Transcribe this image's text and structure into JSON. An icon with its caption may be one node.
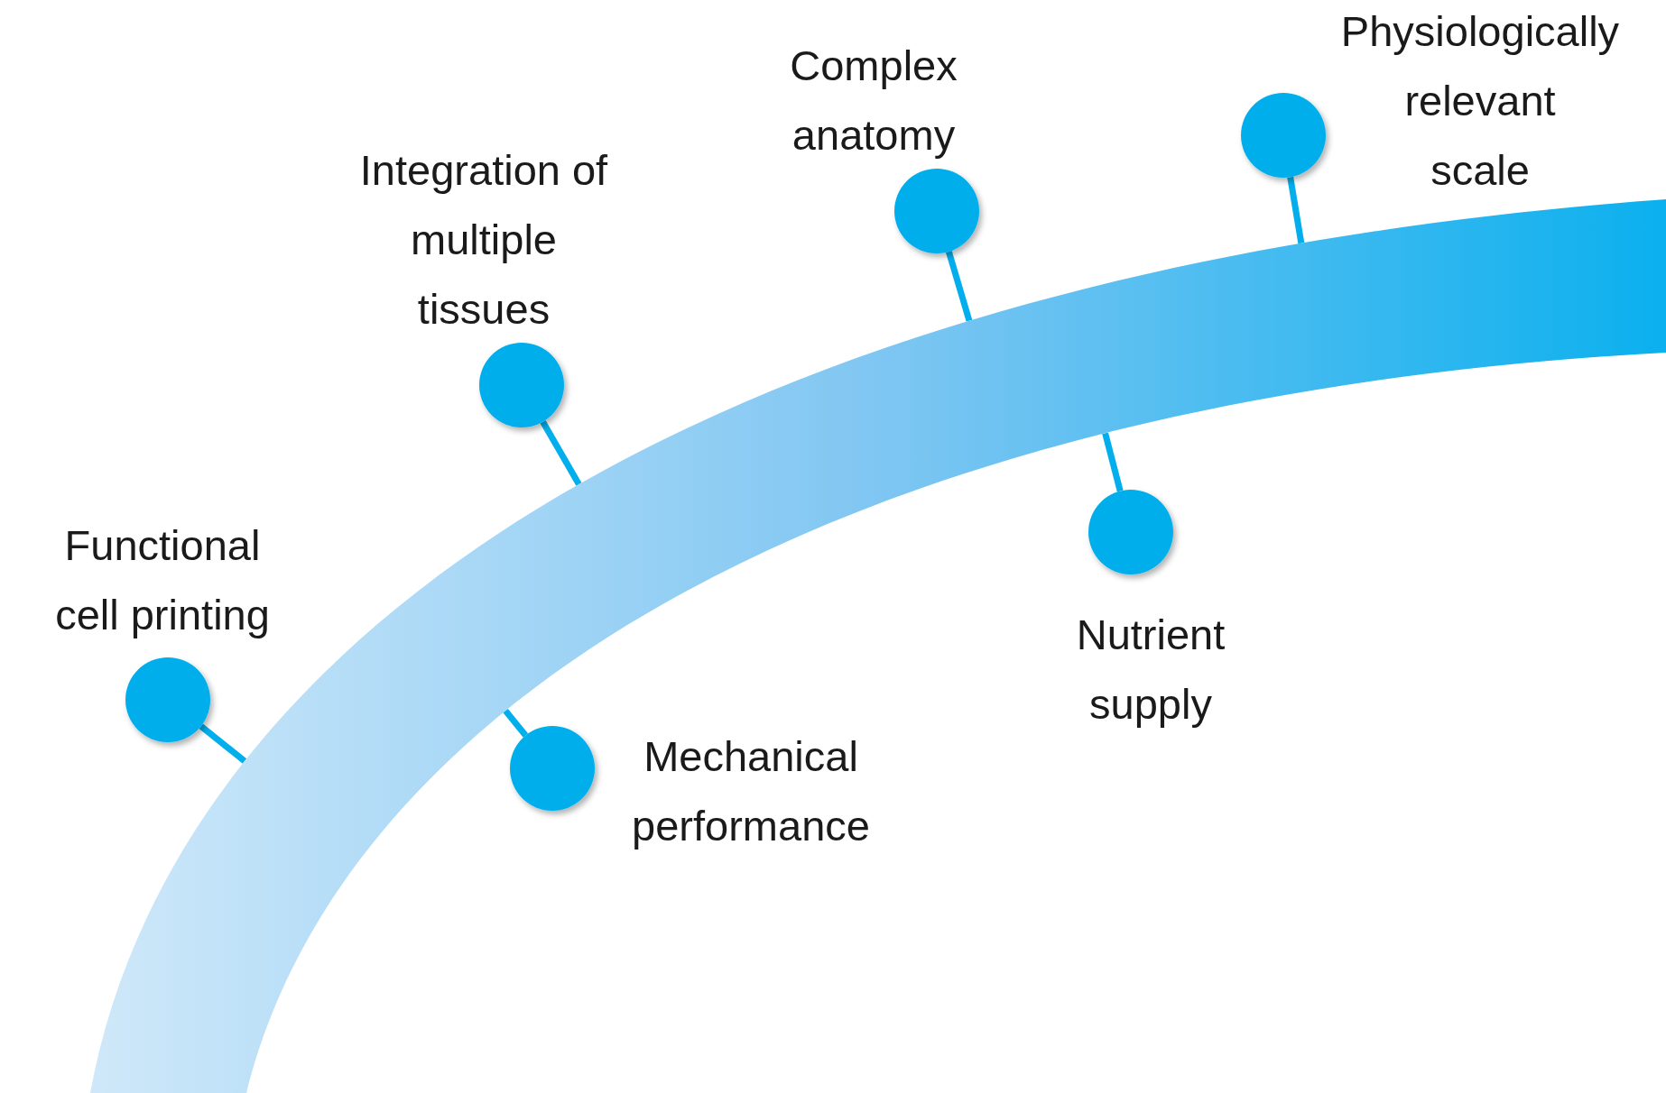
{
  "diagram": {
    "nodes": [
      {
        "text": [],
        "shape": "band"
      },
      {
        "text": [],
        "shape": "circle",
        "beside": [
          "Functional cell printing"
        ]
      },
      {
        "text": [],
        "shape": "circle",
        "beside": [
          "Integration of multiple tissues"
        ]
      },
      {
        "text": [],
        "shape": "circle"
      },
      {
        "text": [],
        "shape": "circle",
        "beside": [
          "Complex anatomy"
        ]
      },
      {
        "text": [],
        "shape": "circle"
      },
      {
        "text": [],
        "shape": "circle",
        "beside": [
          "Physiologically relevant scale"
        ]
      }
    ],
    "edges": [
      {
        "from": 1,
        "to": 0,
        "arrow": "none"
      },
      {
        "from": 2,
        "to": 0,
        "arrow": "none"
      },
      {
        "from": 3,
        "to": 0,
        "arrow": "none"
      },
      {
        "from": 4,
        "to": 0,
        "arrow": "none"
      },
      {
        "from": 5,
        "to": 0,
        "arrow": "none"
      },
      {
        "from": 6,
        "to": 0,
        "arrow": "none"
      }
    ],
    "labels": [
      "Mechanical performance",
      "Nutrient supply"
    ]
  }
}
